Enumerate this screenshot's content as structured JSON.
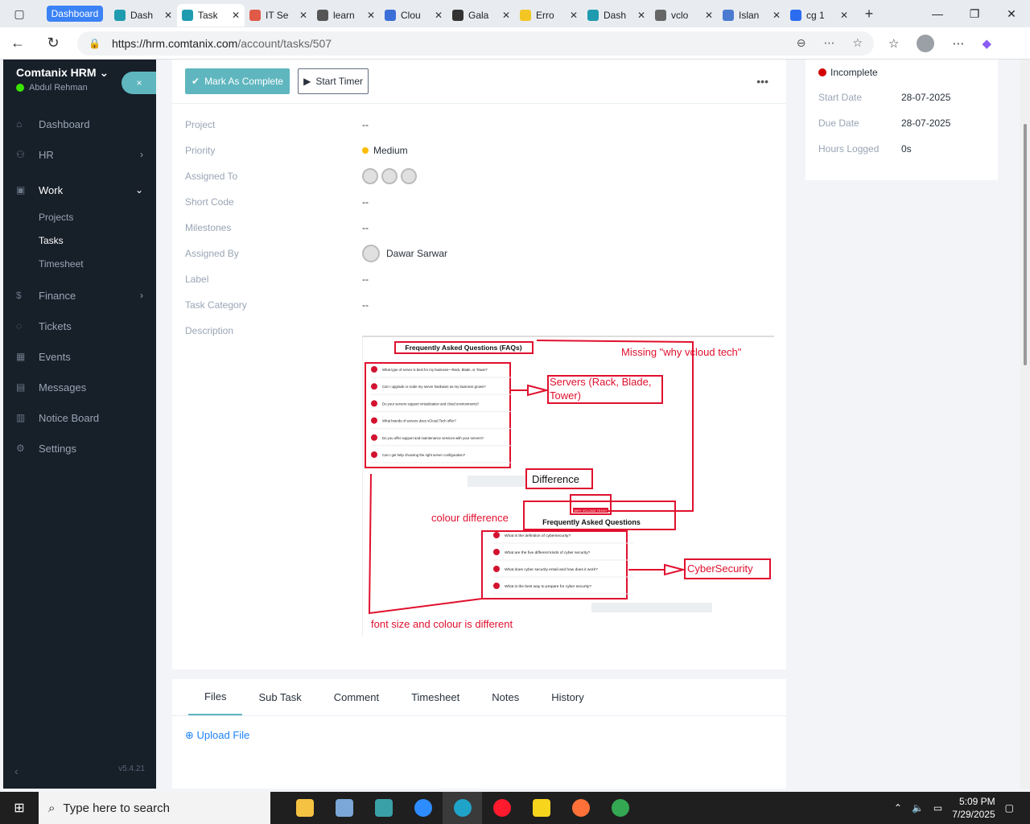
{
  "browser": {
    "tab_group": "Dashboard",
    "tabs": [
      {
        "label": "Dash",
        "color": "#1f9bb0"
      },
      {
        "label": "Task",
        "color": "#1f9bb0",
        "active": true
      },
      {
        "label": "IT Se",
        "color": "#e05a47"
      },
      {
        "label": "learn",
        "color": "#555555"
      },
      {
        "label": "Clou",
        "color": "#3b6fd8"
      },
      {
        "label": "Gala",
        "color": "#333333"
      },
      {
        "label": "Erro",
        "color": "#f3c623"
      },
      {
        "label": "Dash",
        "color": "#1f9bb0"
      },
      {
        "label": "vclo",
        "color": "#666666"
      },
      {
        "label": "Islan",
        "color": "#4a7bd0"
      },
      {
        "label": "cg 1",
        "color": "#2b6cf0"
      }
    ],
    "url_host": "https://hrm.comtanix.com",
    "url_path": "/account/tasks/507"
  },
  "sidebar": {
    "app_name": "Comtanix HRM",
    "user_name": "Abdul Rehman",
    "close_label": "×",
    "items": [
      {
        "label": "Dashboard",
        "icon": "home-icon"
      },
      {
        "label": "HR",
        "icon": "users-icon"
      },
      {
        "label": "Work",
        "icon": "briefcase-icon"
      },
      {
        "label": "Finance",
        "icon": "dollar-icon"
      },
      {
        "label": "Tickets",
        "icon": "headset-icon"
      },
      {
        "label": "Events",
        "icon": "calendar-icon"
      },
      {
        "label": "Messages",
        "icon": "chat-icon"
      },
      {
        "label": "Notice Board",
        "icon": "clipboard-icon"
      },
      {
        "label": "Settings",
        "icon": "gear-icon"
      }
    ],
    "work_sub": [
      "Projects",
      "Tasks",
      "Timesheet"
    ],
    "version": "v5.4.21"
  },
  "task": {
    "mark_complete": "Mark As Complete",
    "start_timer": "Start Timer",
    "fields": [
      {
        "label": "Project",
        "value": "--"
      },
      {
        "label": "Priority",
        "value": "Medium"
      },
      {
        "label": "Assigned To",
        "value": ""
      },
      {
        "label": "Short Code",
        "value": "--"
      },
      {
        "label": "Milestones",
        "value": "--"
      },
      {
        "label": "Assigned By",
        "value": "Dawar Sarwar"
      },
      {
        "label": "Label",
        "value": "--"
      },
      {
        "label": "Task Category",
        "value": "--"
      },
      {
        "label": "Description",
        "value": ""
      }
    ]
  },
  "description_image": {
    "faq_title_top": "Frequently Asked Questions (FAQs)",
    "top_questions": [
      "What type of server is best for my business—Rack, Blade, or Tower?",
      "Can I upgrade or scale my server hardware as my business grows?",
      "Do your servers support virtualization and cloud environments?",
      "What brands of servers does vCloud Tech offer?",
      "Do you offer support and maintenance services with your servers?",
      "Can I get help choosing the right server configuration?"
    ],
    "why_badge": "WHY VCLOUD TECH?",
    "faq_title_bottom": "Frequently Asked Questions",
    "bottom_questions": [
      "What is the definition of cybersecurity?",
      "What are the five different kinds of cyber security?",
      "What does cyber security entail and how does it work?",
      "What is the best way to prepare for cyber security?"
    ],
    "annotations": {
      "missing": "Missing \"why vcloud tech\"",
      "servers_line1": "Servers (Rack, Blade,",
      "servers_line2": "Tower)",
      "difference": "Difference",
      "colour_difference": "colour difference",
      "cyber": "CyberSecurity",
      "font_size": "font size and colour is different"
    }
  },
  "status_card": {
    "status": "Incomplete",
    "rows": [
      {
        "label": "Start Date",
        "value": "28-07-2025"
      },
      {
        "label": "Due Date",
        "value": "28-07-2025"
      },
      {
        "label": "Hours Logged",
        "value": "0s"
      }
    ]
  },
  "bottom_tabs": [
    "Files",
    "Sub Task",
    "Comment",
    "Timesheet",
    "Notes",
    "History"
  ],
  "upload_label": "Upload File",
  "taskbar": {
    "search_placeholder": "Type here to search",
    "time": "5:09 PM",
    "date": "7/29/2025"
  }
}
